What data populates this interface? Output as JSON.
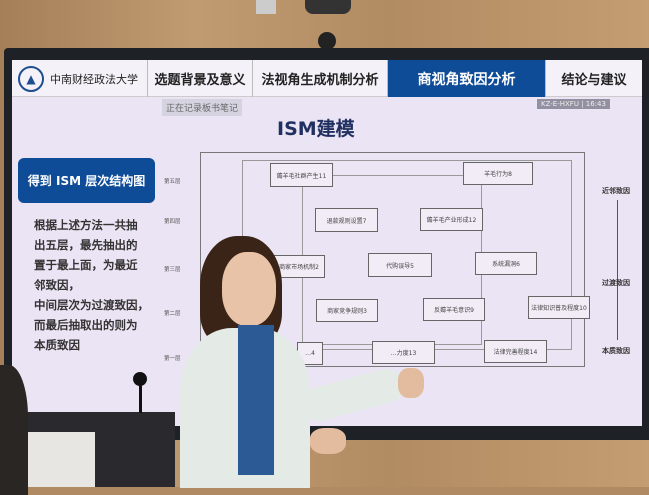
{
  "nav": {
    "logo_text": "中南财经政法大学",
    "tabs": [
      "选题背景及意义",
      "法视角生成机制分析",
      "商视角致因分析",
      "结论与建议"
    ],
    "active_tab": "商视角致因分析"
  },
  "overlay": {
    "recording": "正在记录板书笔记",
    "status": "KZ-E-HXFU | 16:43"
  },
  "slide": {
    "title": "ISM建模",
    "section_label": "得到 ISM 层次结构图",
    "paragraph": [
      "根据上述方法一共抽",
      "出五层，最先抽出的",
      "置于最上面，为最近",
      "邻致因，",
      "中间层次为过渡致因，",
      "而最后抽取出的则为",
      "本质致因"
    ]
  },
  "diagram": {
    "levels": [
      "第五层",
      "第四层",
      "第三层",
      "第二层",
      "第一层"
    ],
    "causes": [
      "近邻致因",
      "过渡致因",
      "本质致因"
    ],
    "nodes": [
      "薅羊毛社群产生11",
      "羊毛行为8",
      "退款规则设置7",
      "薅羊毛产业形成12",
      "商家市场机制2",
      "代购误导5",
      "系统漏洞6",
      "商家竞争规则3",
      "反薅羊毛意识9",
      "法律知识普及程度10",
      "…4",
      "…力度13",
      "法律完善程度14"
    ]
  },
  "colors": {
    "accent": "#0f4c97",
    "slide_bg": "#ebe4f4"
  }
}
